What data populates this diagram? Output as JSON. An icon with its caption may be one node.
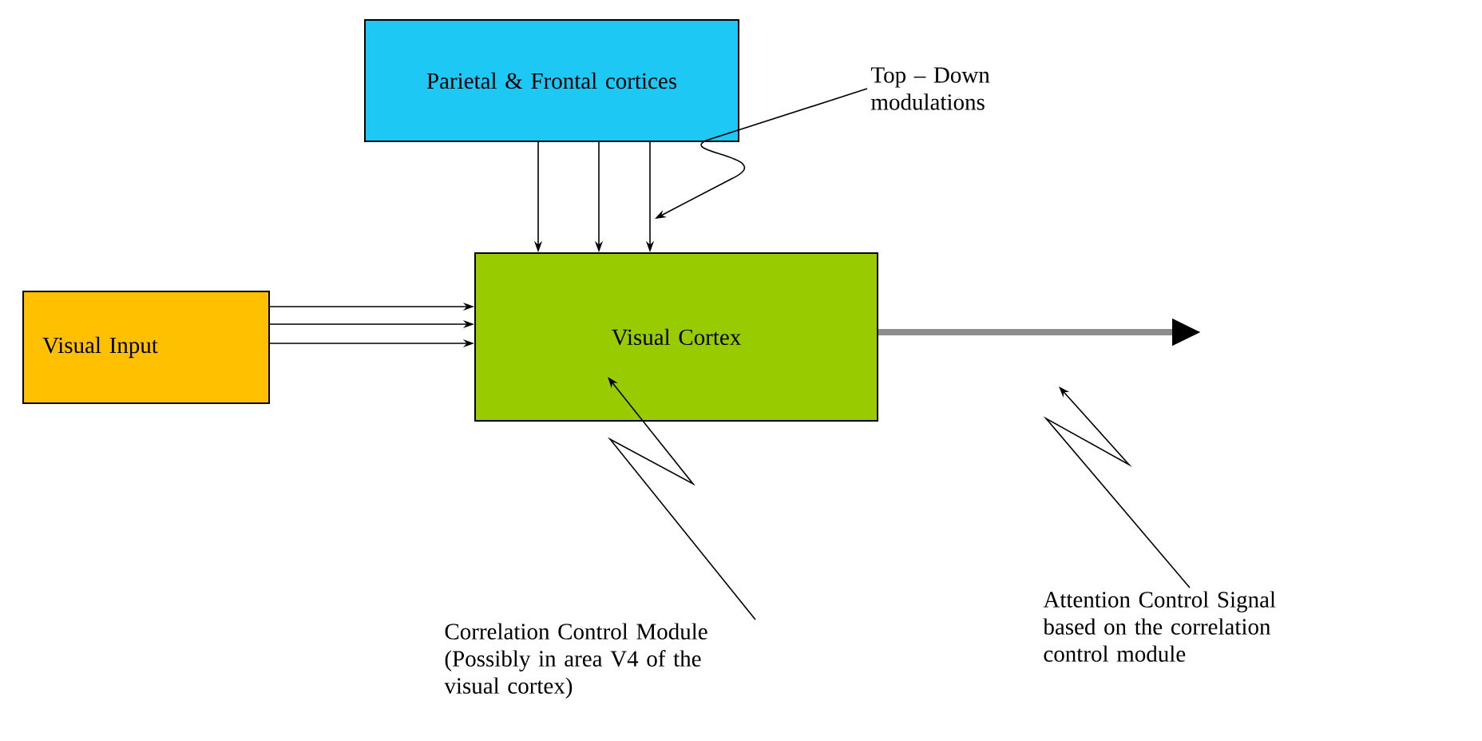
{
  "diagram": {
    "nodes": [
      {
        "text": [
          "Parietal & Frontal cortices"
        ]
      },
      {
        "text": [
          "Visual Input"
        ]
      },
      {
        "text": [
          "Visual Cortex"
        ]
      },
      {
        "text": [
          "Top – Down modulations"
        ]
      },
      {
        "text": [
          "Correlation Control Module (Possibly in area V4 of the visual cortex)"
        ]
      },
      {
        "text": [
          "Attention Control Signal based on the correlation control module"
        ]
      }
    ],
    "edges": [
      {
        "from": 0,
        "to": 2,
        "arrow": "to"
      },
      {
        "from": 0,
        "to": 2,
        "arrow": "to"
      },
      {
        "from": 0,
        "to": 2,
        "arrow": "to"
      },
      {
        "from": 1,
        "to": 2,
        "arrow": "to"
      },
      {
        "from": 1,
        "to": 2,
        "arrow": "to"
      },
      {
        "from": 1,
        "to": 2,
        "arrow": "to"
      },
      {
        "from": 2,
        "to": null,
        "arrow": "to",
        "style": "thick",
        "color": "#8c8c8c"
      },
      {
        "from": 3,
        "to": null,
        "arrow": "to"
      },
      {
        "from": 4,
        "to": 2,
        "arrow": "to"
      },
      {
        "from": 5,
        "to": null,
        "arrow": "to"
      }
    ]
  }
}
